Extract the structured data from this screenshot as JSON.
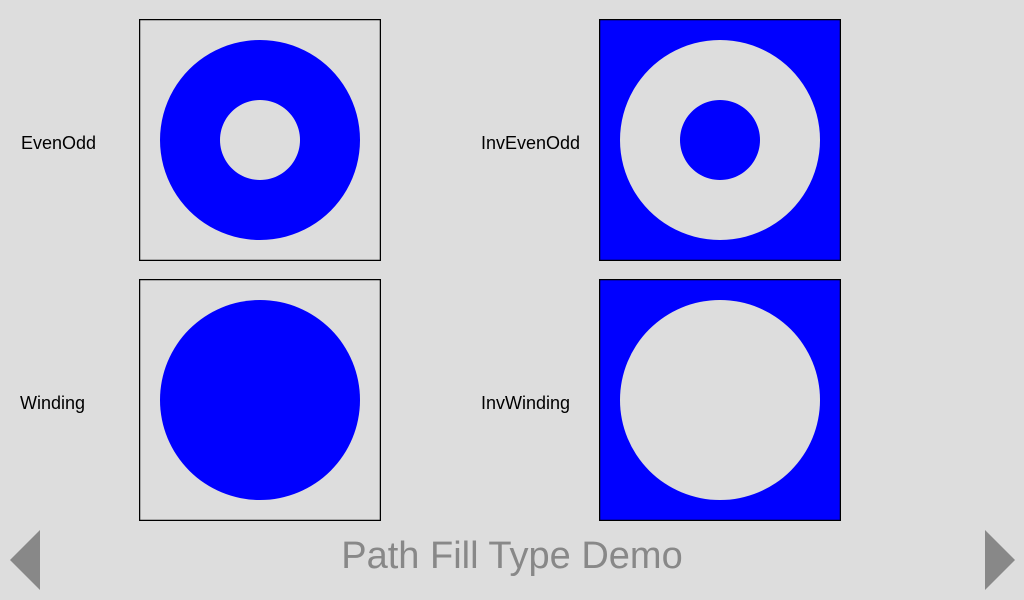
{
  "colors": {
    "background": "#dddddd",
    "fill": "#0000ff",
    "border": "#000000",
    "title": "#888888",
    "nav_arrow": "#888888"
  },
  "panels": [
    {
      "label": "EvenOdd",
      "fill_type": "even-odd",
      "inverse": false
    },
    {
      "label": "InvEvenOdd",
      "fill_type": "even-odd",
      "inverse": true
    },
    {
      "label": "Winding",
      "fill_type": "winding",
      "inverse": false
    },
    {
      "label": "InvWinding",
      "fill_type": "winding",
      "inverse": true
    }
  ],
  "title": "Path Fill Type Demo",
  "nav": {
    "prev_icon": "left-arrow-icon",
    "next_icon": "right-arrow-icon"
  }
}
